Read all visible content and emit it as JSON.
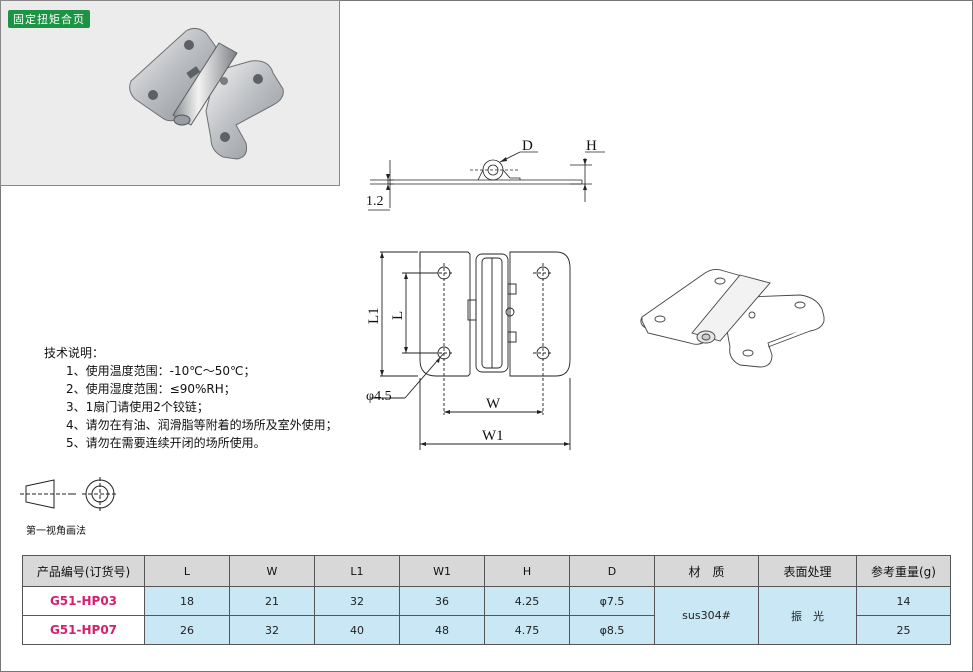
{
  "photo": {
    "label": "固定扭矩合页"
  },
  "drawing": {
    "side_view": {
      "label_d": "D",
      "label_h": "H",
      "label_thickness": "1.2"
    },
    "front_view": {
      "label_l1": "L1",
      "label_l": "L",
      "label_w": "W",
      "label_w1": "W1",
      "label_hole": "φ4.5"
    }
  },
  "notes": {
    "heading": "技术说明：",
    "items": [
      "1、使用温度范围：-10℃～50℃；",
      "2、使用湿度范围：≤90%RH；",
      "3、1扇门请使用2个铰链；",
      "4、请勿在有油、润滑脂等附着的场所及室外使用；",
      "5、请勿在需要连续开闭的场所使用。"
    ]
  },
  "projection": {
    "label": "第一视角画法"
  },
  "table": {
    "headers": [
      "产品编号(订货号)",
      "L",
      "W",
      "L1",
      "W1",
      "H",
      "D",
      "材　质",
      "表面处理",
      "参考重量(g)"
    ],
    "rows": [
      {
        "model": "G51-HP03",
        "L": "18",
        "W": "21",
        "L1": "32",
        "W1": "36",
        "H": "4.25",
        "D": "φ7.5",
        "weight": "14"
      },
      {
        "model": "G51-HP07",
        "L": "26",
        "W": "32",
        "L1": "40",
        "W1": "48",
        "H": "4.75",
        "D": "φ8.5",
        "weight": "25"
      }
    ],
    "material": "sus304#",
    "finish": "振　光"
  },
  "colors": {
    "title_bg": "#1c9444",
    "model_text": "#d4206f",
    "cell_bg": "#c9e7f5",
    "header_bg": "#d8d8d8"
  }
}
